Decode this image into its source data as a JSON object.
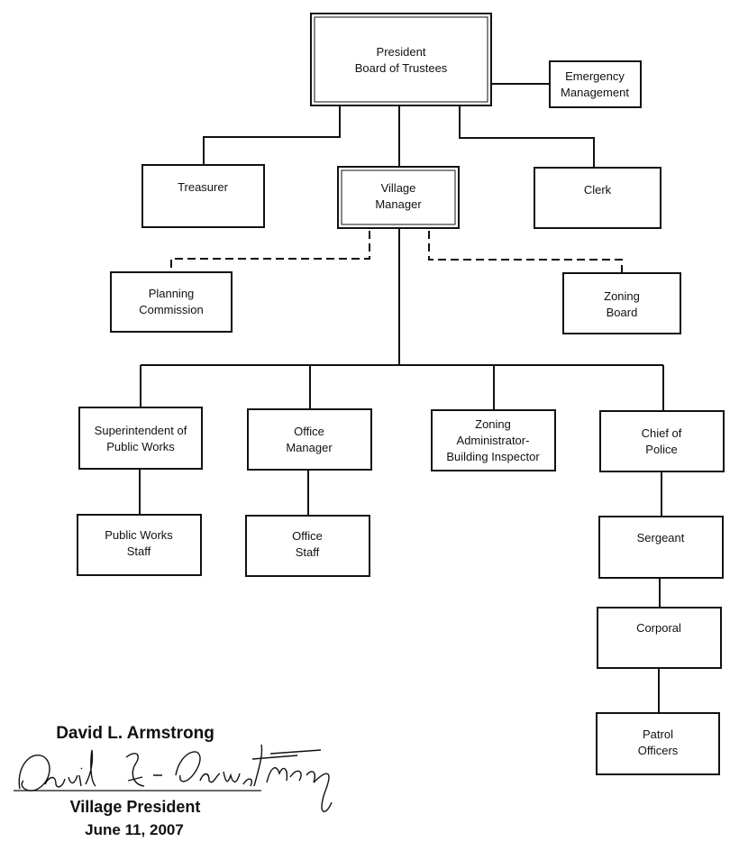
{
  "org_chart": {
    "president": [
      "President",
      "Board of Trustees"
    ],
    "emergency": [
      "Emergency",
      "Management"
    ],
    "treasurer": [
      "Treasurer"
    ],
    "village_manager": [
      "Village",
      "Manager"
    ],
    "clerk": [
      "Clerk"
    ],
    "planning": [
      "Planning",
      "Commission"
    ],
    "zoning_board": [
      "Zoning",
      "Board"
    ],
    "superintendent": [
      "Superintendent of",
      "Public Works"
    ],
    "office_manager": [
      "Office",
      "Manager"
    ],
    "zoning_admin": [
      "Zoning",
      "Administrator-",
      "Building Inspector"
    ],
    "chief": [
      "Chief of",
      "Police"
    ],
    "public_works_staff": [
      "Public Works",
      "Staff"
    ],
    "office_staff": [
      "Office",
      "Staff"
    ],
    "sergeant": [
      "Sergeant"
    ],
    "corporal": [
      "Corporal"
    ],
    "patrol": [
      "Patrol",
      "Officers"
    ]
  },
  "signature_block": {
    "name": "David L. Armstrong",
    "handwritten_signature": "David L. Armstrong",
    "title": "Village President",
    "date": "June 11, 2007"
  }
}
